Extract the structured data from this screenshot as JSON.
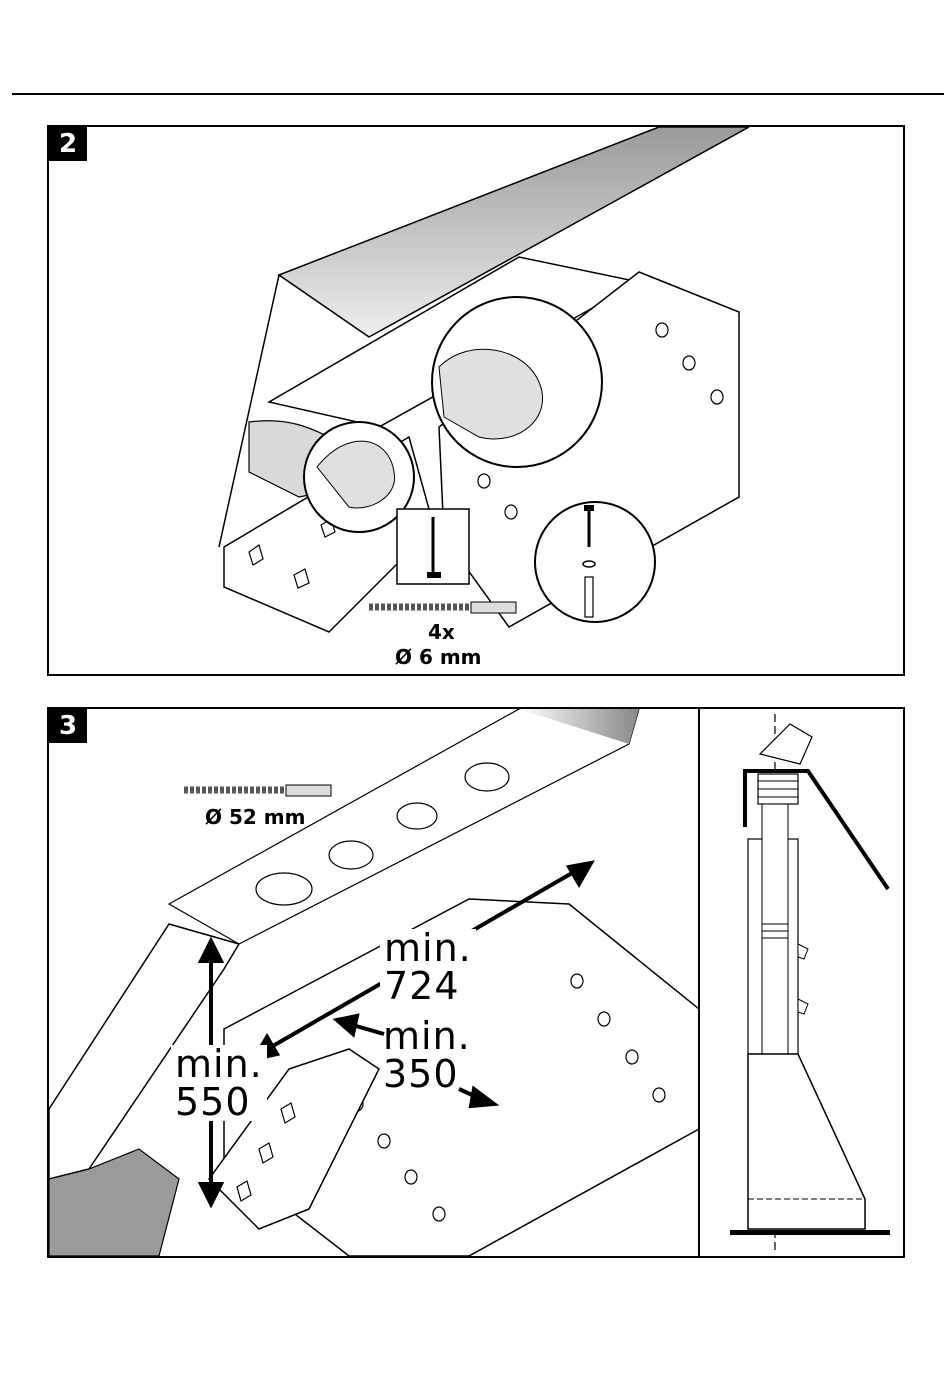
{
  "panels": [
    {
      "step": "2",
      "labels": {
        "count": "4x",
        "drill_diameter": "Ø 6 mm"
      }
    },
    {
      "step": "3",
      "labels": {
        "drill_diameter": "Ø 52 mm",
        "dim_724_prefix": "min.",
        "dim_724_value": "724",
        "dim_350_prefix": "min.",
        "dim_350_value": "350",
        "dim_550_prefix": "min.",
        "dim_550_value": "550"
      }
    }
  ]
}
